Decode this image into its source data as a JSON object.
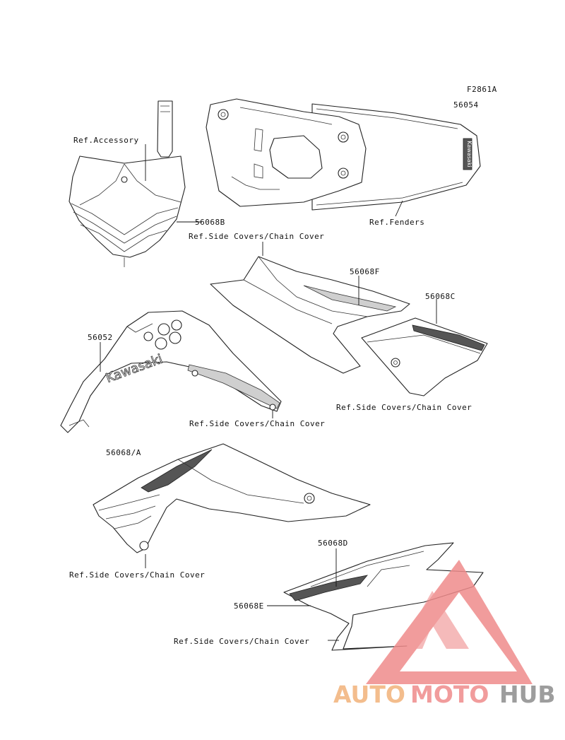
{
  "drawing_id": "F2861A",
  "labels": {
    "p56054": "56054",
    "ref_accessory": "Ref.Accessory",
    "p56068b": "56068B",
    "ref_fenders": "Ref.Fenders",
    "ref_side_1": "Ref.Side Covers/Chain Cover",
    "p56068f": "56068F",
    "p56068c": "56068C",
    "p56052": "56052",
    "ref_side_2": "Ref.Side Covers/Chain Cover",
    "ref_side_3": "Ref.Side Covers/Chain Cover",
    "p56068a": "56068/A",
    "ref_side_4": "Ref.Side Covers/Chain Cover",
    "p56068d": "56068D",
    "p56068e": "56068E",
    "ref_side_5": "Ref.Side Covers/Chain Cover",
    "brand_fender": "Kawasaki",
    "brand_shroud": "Kawasaki"
  },
  "watermark": {
    "part1": "AUTO",
    "part2": "MOTO",
    "part3": "HUB",
    "colors": {
      "triangle": "#ef8b8b",
      "auto": "#f2b27a",
      "hub": "#8c8c8c"
    }
  }
}
